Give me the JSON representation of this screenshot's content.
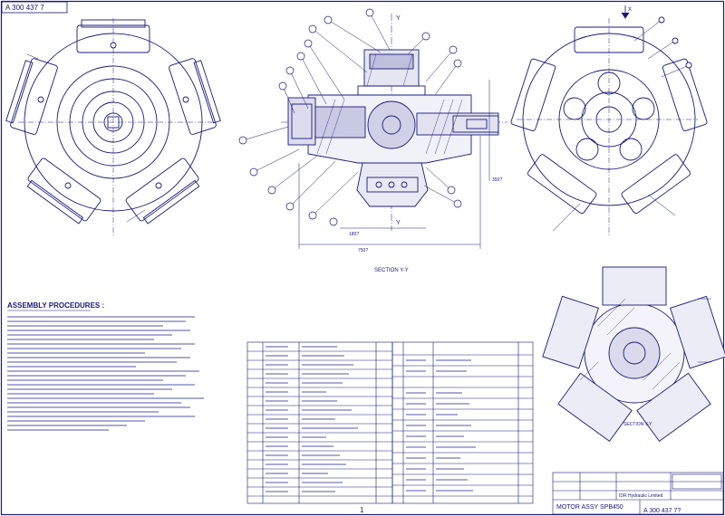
{
  "drawing_number_top": "A 300 437 7",
  "drawing_number_bottom": "A 300 437 7?",
  "title_block_title": "MOTOR ASSY SPB450",
  "title_block_company": "IDR Hydraulic Limited",
  "section_label": "SECTION Y-Y",
  "section_view_label": "SECTION Y-Y",
  "assembly_heading": "ASSEMBLY PROCEDURES :",
  "view_markers": {
    "y_top": "Y",
    "y_bottom": "Y",
    "view_x": "X"
  },
  "dimension_labels": {
    "overall_length": "750?",
    "body_length": "180?",
    "height": "350?"
  },
  "page_number": "1",
  "colors": {
    "line": "#1a1a7a",
    "ink": "#2b2b8f",
    "paper": "#ffffff"
  },
  "parts_list": {
    "left_col_count": 17,
    "right_col_count": 14
  },
  "assembly_steps_count": 26
}
